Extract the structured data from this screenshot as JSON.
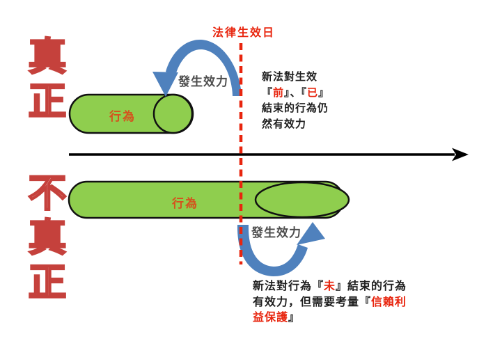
{
  "colors": {
    "ink": "#1f1f1f",
    "red": "#e8250e",
    "green": "#8fce4e",
    "blue": "#4f81bd",
    "blue_dark": "#36619c",
    "shape_outline": "#111111",
    "label_gray": "#4d4d4d",
    "behavior_red": "#d5521d",
    "wordart_stroke": "#c5413c",
    "wordart_fill": "#f2cfcb",
    "timeline_black": "#000000"
  },
  "title": "法律生效日",
  "left_labels": {
    "top": "真正",
    "bottom": "不真正"
  },
  "diagram": {
    "effect_label_top": "發生效力",
    "effect_label_bottom": "發生效力",
    "behavior_label_top": "行為",
    "behavior_label_bottom": "行為"
  },
  "notes": {
    "top_segments": [
      {
        "text": "新法對生效\n『",
        "color": "ink"
      },
      {
        "text": "前",
        "color": "red"
      },
      {
        "text": "』、『",
        "color": "ink"
      },
      {
        "text": "已",
        "color": "red"
      },
      {
        "text": "』\n結束的行為仍\n然有效力",
        "color": "ink"
      }
    ],
    "bottom_segments": [
      {
        "text": "新法對行為『",
        "color": "ink"
      },
      {
        "text": "未",
        "color": "red"
      },
      {
        "text": "』結束的行為\n有效力，但需要考量『",
        "color": "ink"
      },
      {
        "text": "信賴利\n益保護",
        "color": "red"
      },
      {
        "text": "』",
        "color": "ink"
      }
    ]
  }
}
